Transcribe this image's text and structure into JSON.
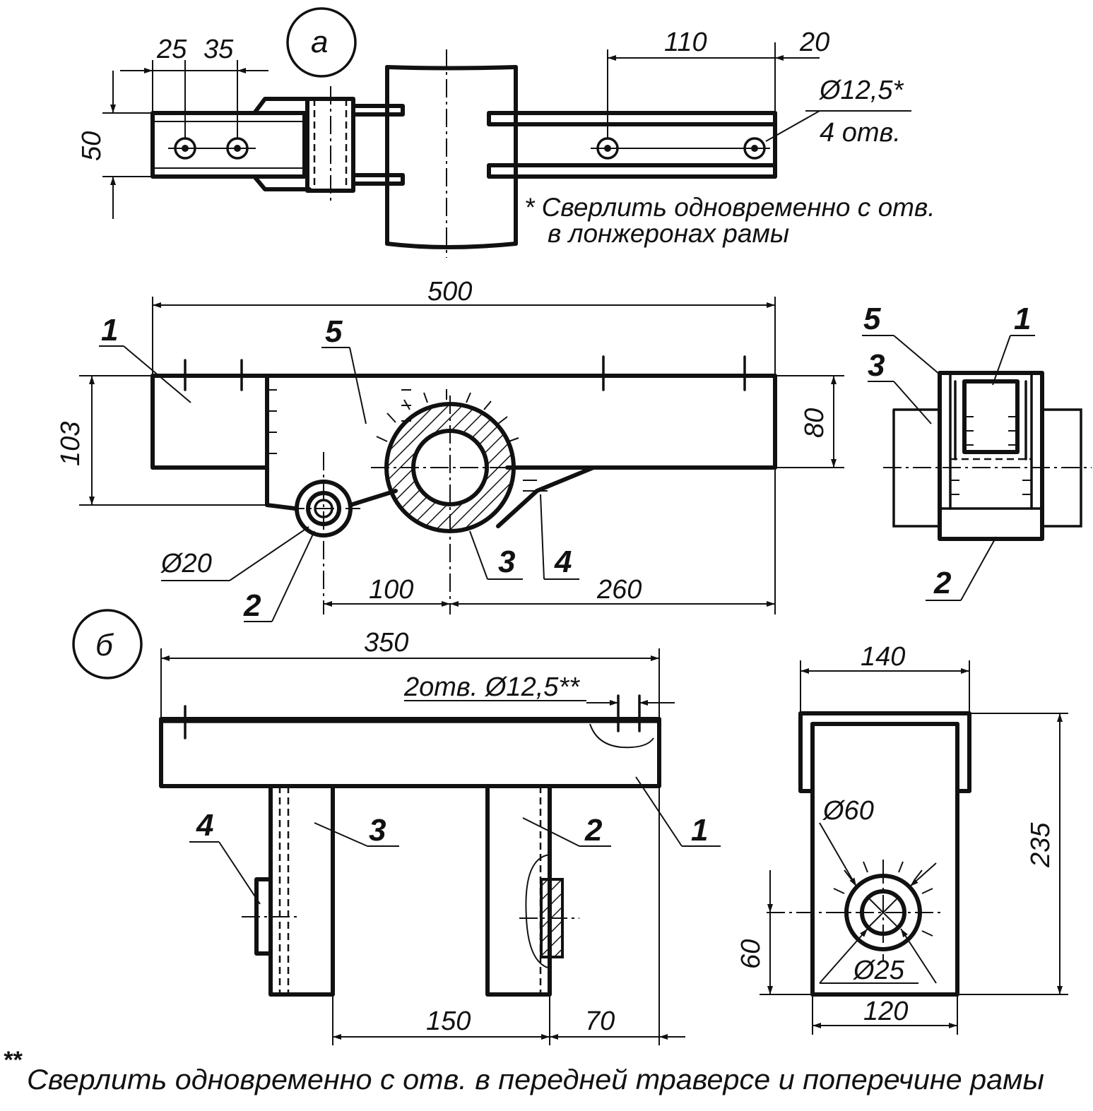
{
  "view_a": {
    "label": "а",
    "dim_25": "25",
    "dim_35": "35",
    "dim_50": "50",
    "dim_110": "110",
    "dim_20": "20",
    "hole_dia": "Ø12,5*",
    "hole_count": "4 отв.",
    "note_line1": "* Сверлить одновременно  с отв.",
    "note_line2": "в лонжеронах рамы"
  },
  "main_view": {
    "dim_500": "500",
    "dim_103": "103",
    "dim_80": "80",
    "dim_d20": "Ø20",
    "dim_100": "100",
    "dim_260": "260",
    "part_1": "1",
    "part_2": "2",
    "part_3": "3",
    "part_4": "4",
    "part_5": "5"
  },
  "side_view": {
    "part_1": "1",
    "part_2": "2",
    "part_3": "3",
    "part_5": "5"
  },
  "view_b": {
    "label": "б",
    "dim_350": "350",
    "holes": "2отв. Ø12,5**",
    "dim_150": "150",
    "dim_70": "70",
    "part_1": "1",
    "part_2": "2",
    "part_3": "3",
    "part_4": "4"
  },
  "end_view": {
    "dim_140": "140",
    "dim_235": "235",
    "dim_60": "60",
    "dim_d60": "Ø60",
    "dim_d25": "Ø25",
    "dim_120": "120"
  },
  "footnote_mark": "**",
  "footnote": "Сверлить  одновременно  с отв. в передней  траверсе  и поперечине  рамы"
}
